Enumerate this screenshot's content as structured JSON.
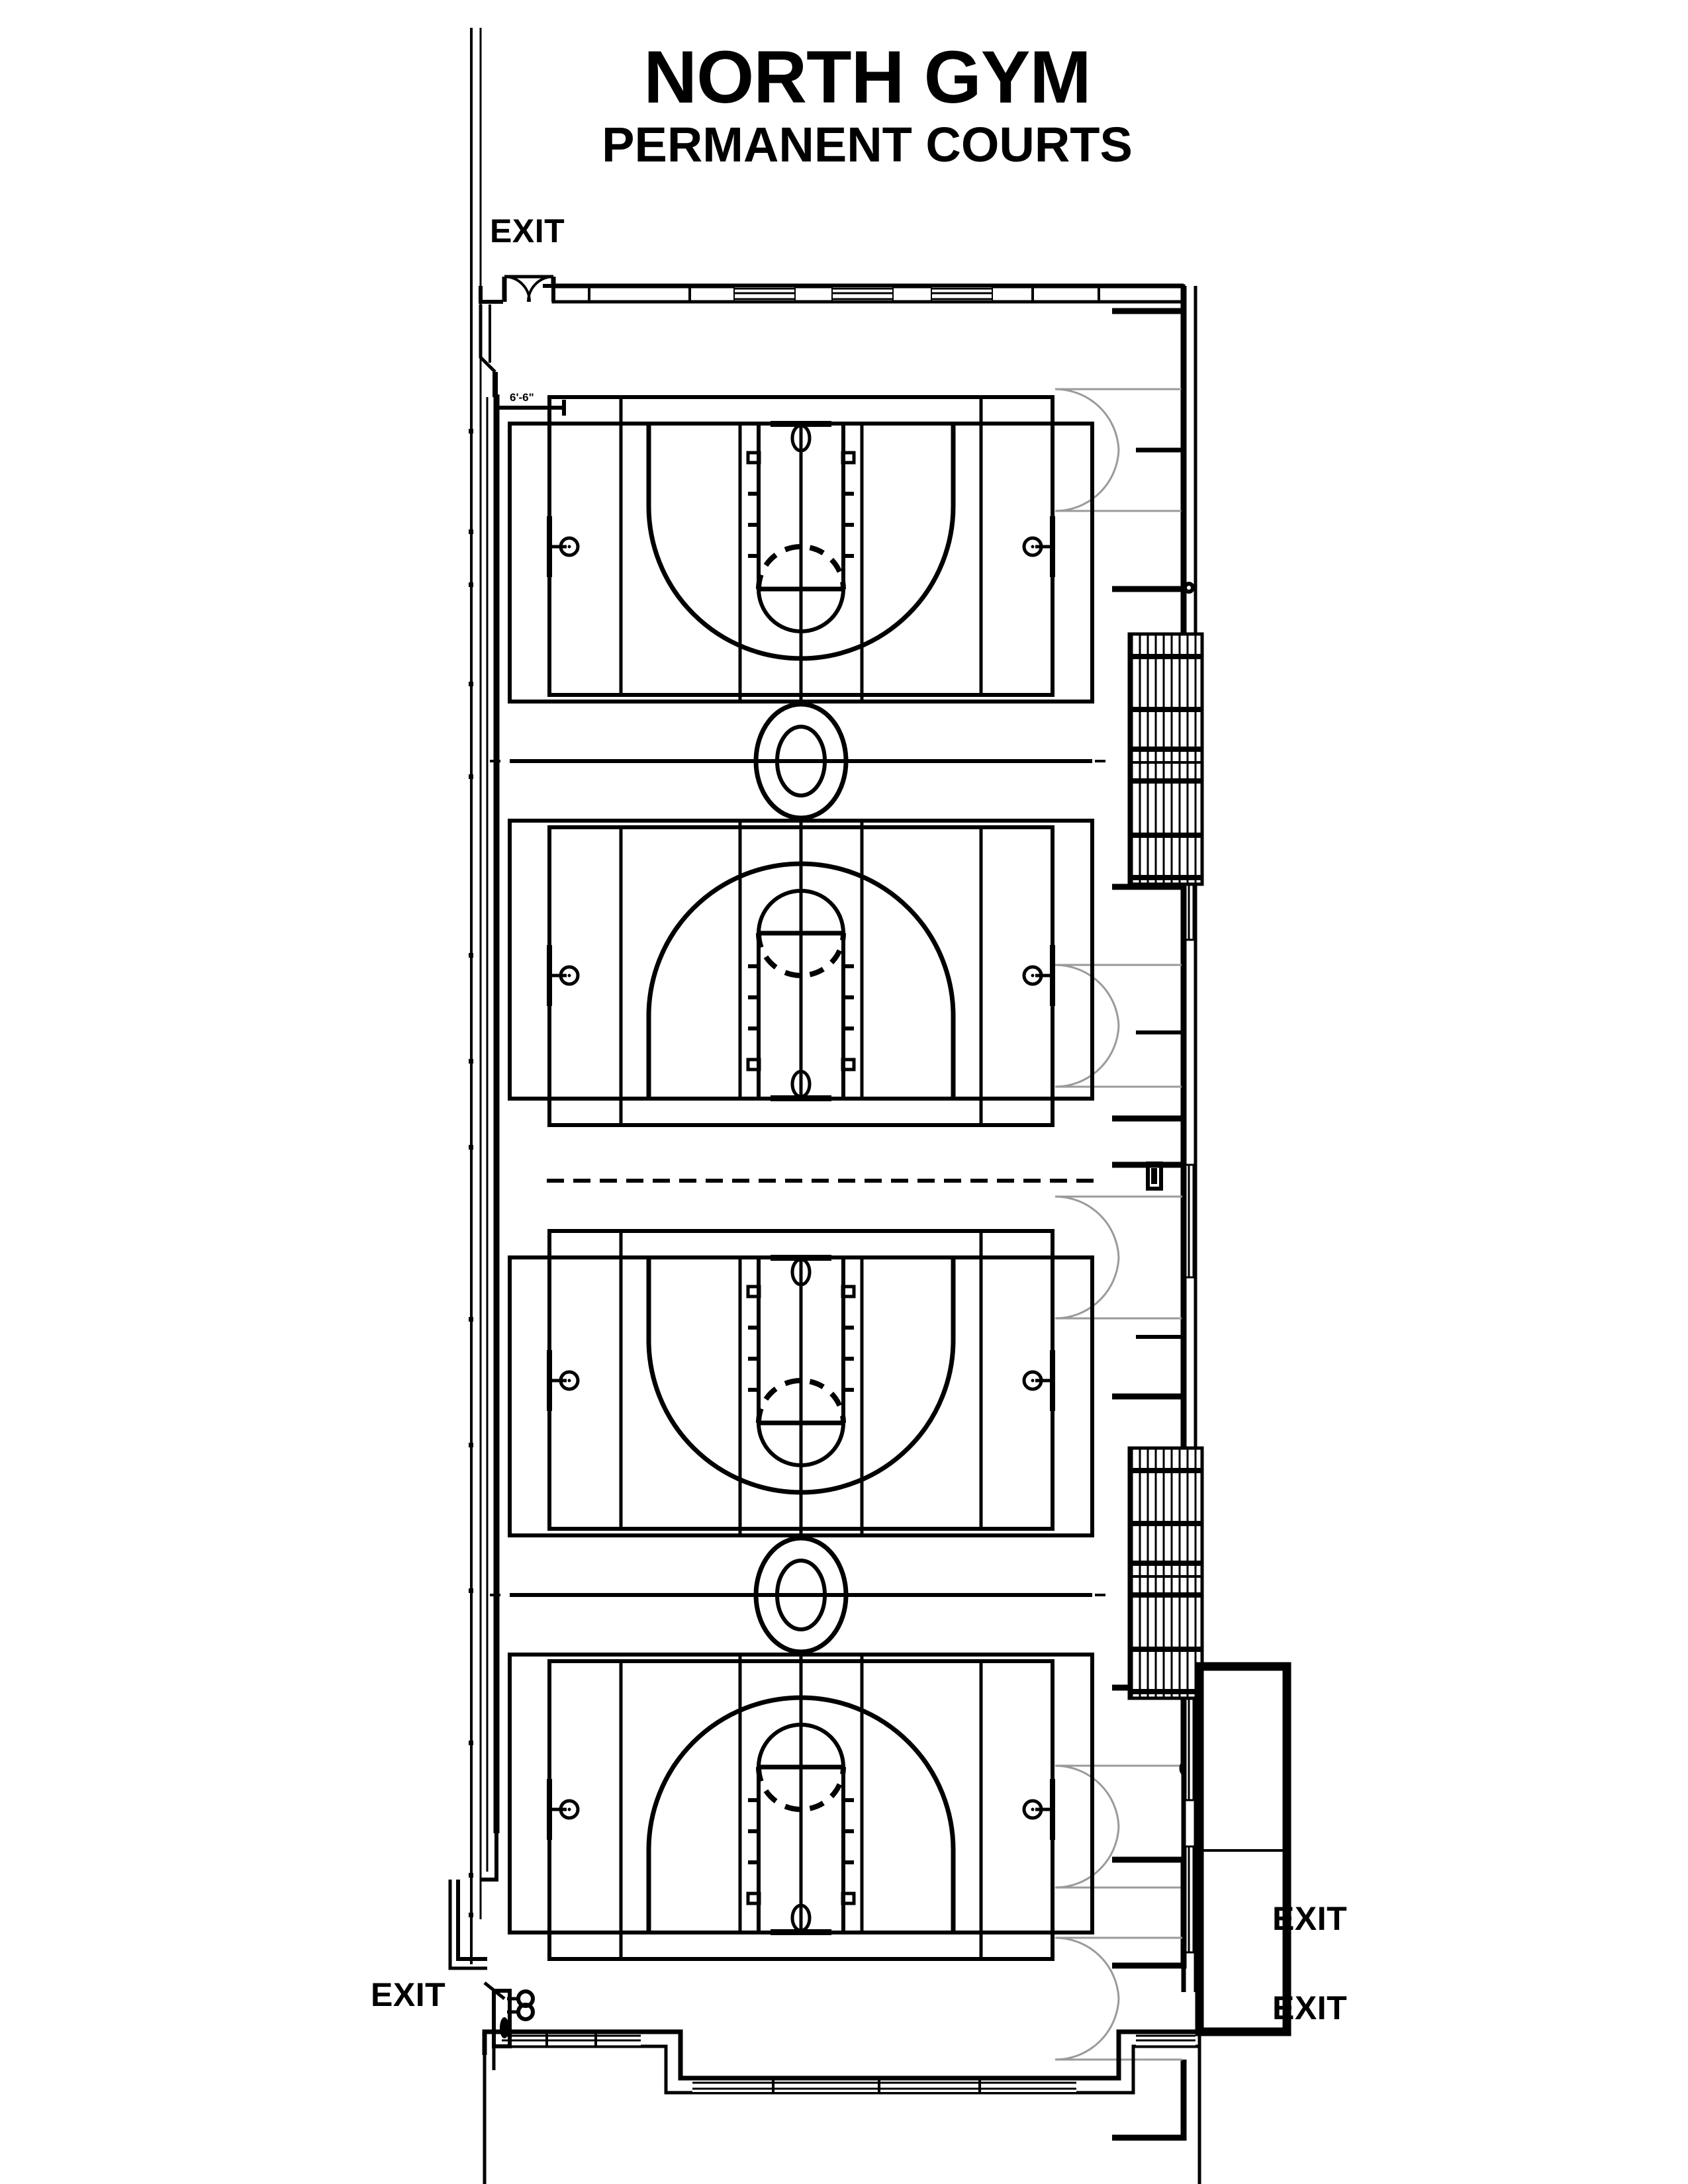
{
  "plan": {
    "title": "NORTH GYM",
    "subtitle": "PERMANENT COURTS",
    "facility_type": "gymnasium-floor-plan",
    "orientation": "plan-view",
    "dimension_annotation": "6'-6\""
  },
  "exits": [
    {
      "id": "exit-top-left",
      "label": "EXIT",
      "position": "top-left-wall"
    },
    {
      "id": "exit-bottom-left",
      "label": "EXIT",
      "position": "bottom-left-wall"
    },
    {
      "id": "exit-right-upper",
      "label": "EXIT",
      "position": "lower-right-wall-upper"
    },
    {
      "id": "exit-right-lower",
      "label": "EXIT",
      "position": "lower-right-wall-lower"
    }
  ],
  "courts": [
    {
      "id": "court-1",
      "index": 1,
      "hoop_end": "top",
      "group": "north-pair"
    },
    {
      "id": "court-2",
      "index": 2,
      "hoop_end": "bottom",
      "group": "north-pair"
    },
    {
      "id": "court-3",
      "index": 3,
      "hoop_end": "top",
      "group": "south-pair"
    },
    {
      "id": "court-4",
      "index": 4,
      "hoop_end": "bottom",
      "group": "south-pair"
    }
  ],
  "court_features": [
    "backboard",
    "hoop",
    "key-lane",
    "lane-markers",
    "free-throw-circle",
    "three-point-arc",
    "restricted-area-arc",
    "sideline",
    "baseline",
    "center-circle",
    "division-line",
    "wall-mounted-goal"
  ],
  "building_features": [
    {
      "name": "bleachers-upper",
      "type": "retractable-bleachers",
      "side": "east"
    },
    {
      "name": "bleachers-lower",
      "type": "retractable-bleachers",
      "side": "east"
    },
    {
      "name": "double-door-alcove",
      "count": 5,
      "side": "east"
    },
    {
      "name": "window-wall-north",
      "type": "glazing",
      "side": "north"
    },
    {
      "name": "window-wall-south",
      "type": "glazing",
      "side": "south"
    },
    {
      "name": "corridor-room",
      "side": "south-east"
    },
    {
      "name": "grid-reference-line",
      "side": "west"
    },
    {
      "name": "fire-extinguisher-cabinet",
      "side": "east"
    }
  ],
  "colors": {
    "line": "#000000",
    "background": "#ffffff",
    "wall_heavy": "#000000",
    "door_swing": "#8a8a8a"
  }
}
